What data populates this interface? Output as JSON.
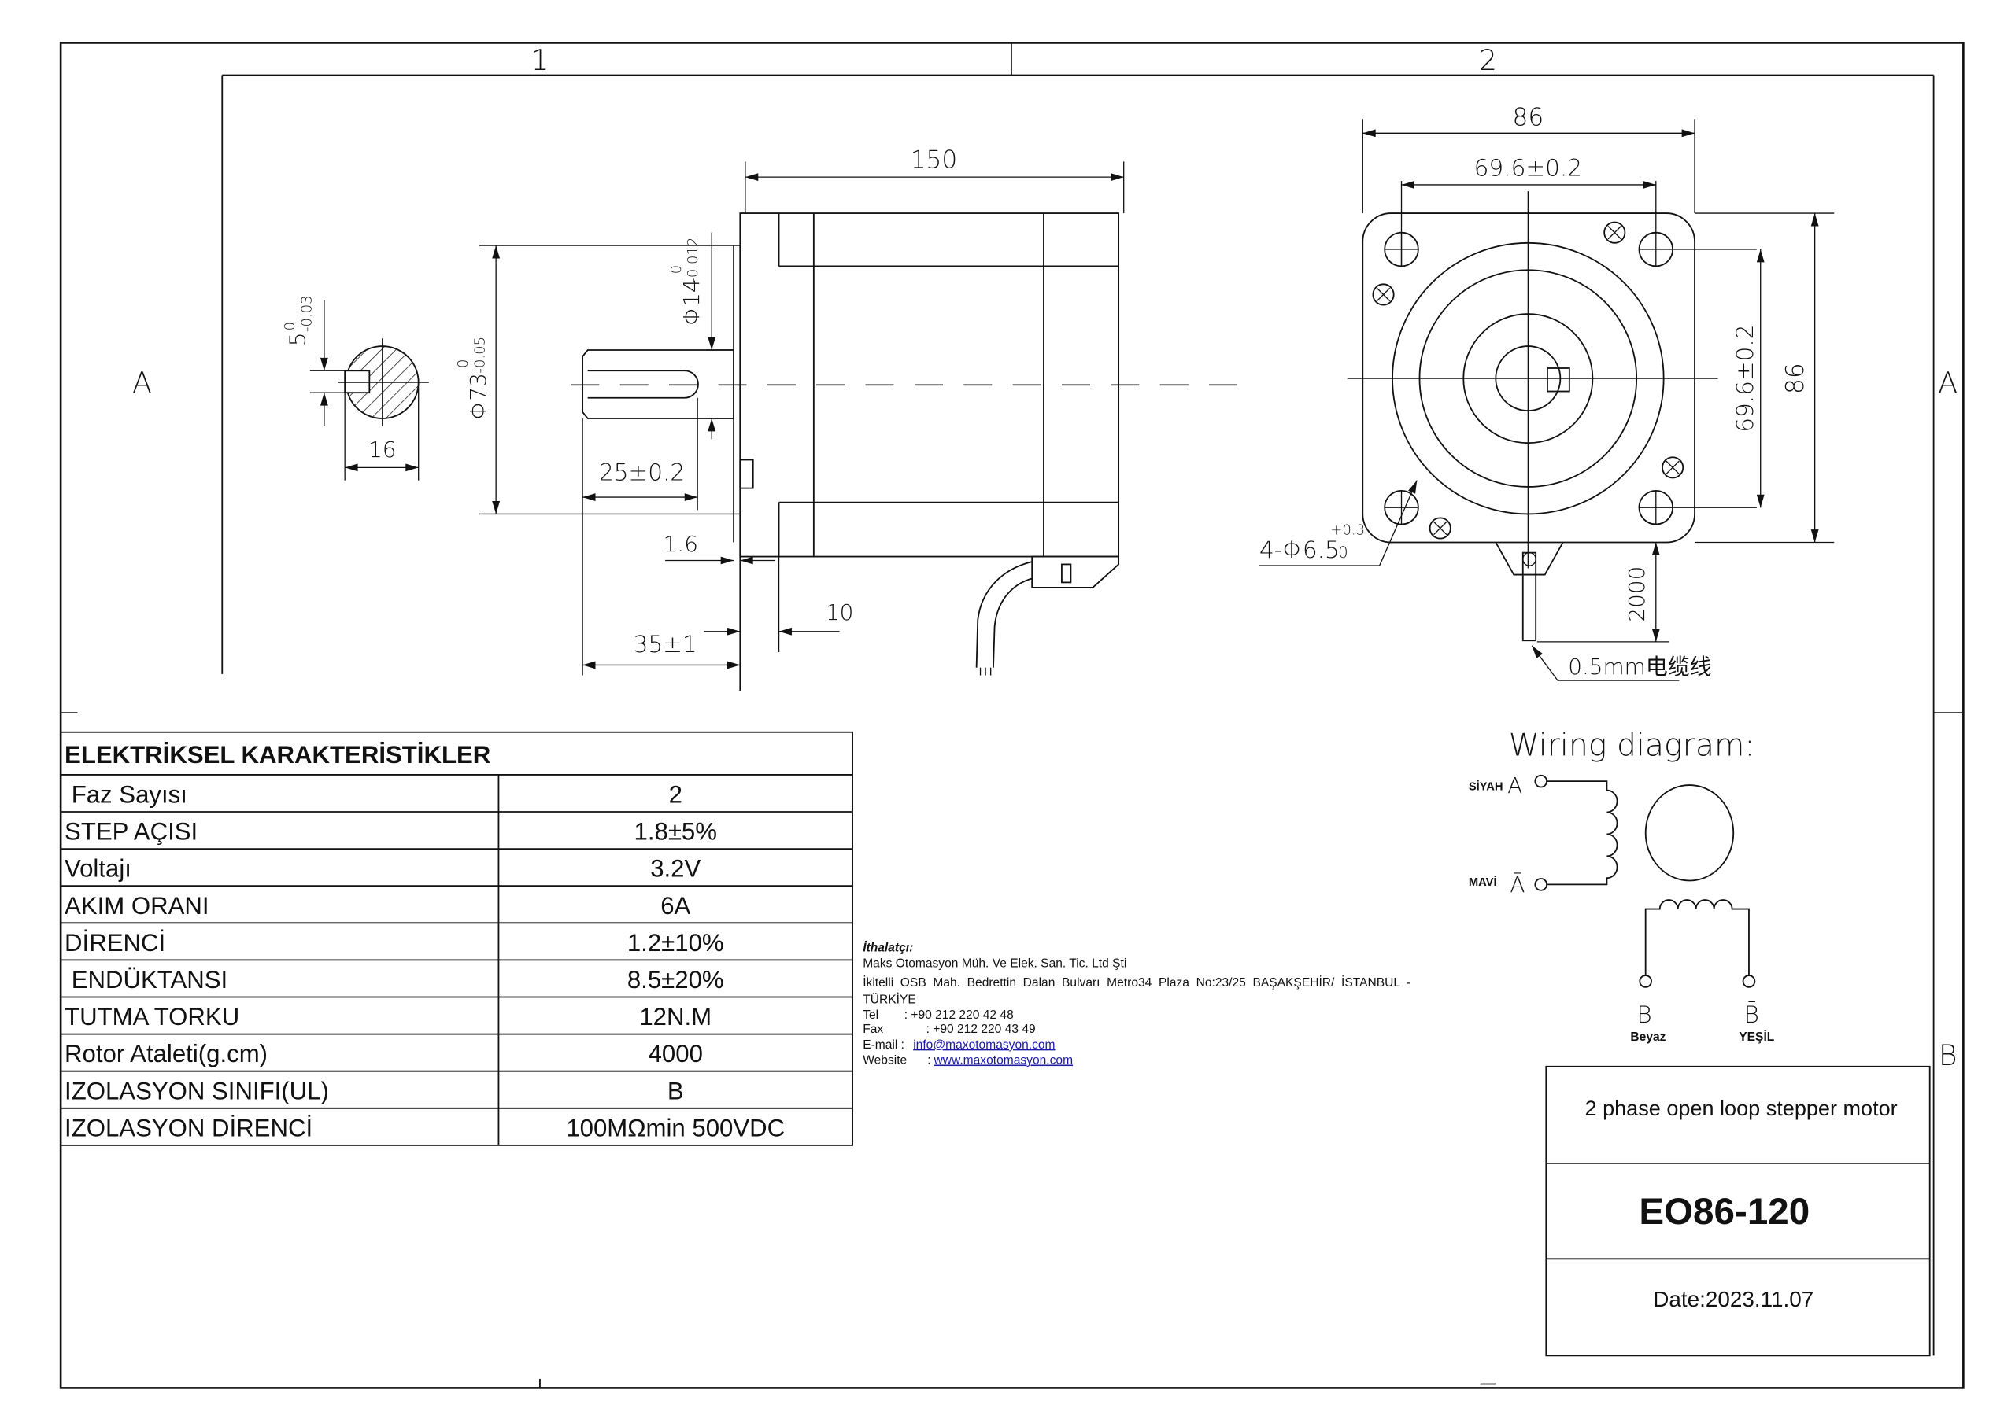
{
  "zones": {
    "col1": "1",
    "col2": "2",
    "rowA_left": "A",
    "rowA_right": "A",
    "rowB_right": "B"
  },
  "side_view": {
    "length": "150",
    "flange_dia": "Φ73",
    "flange_dia_tol_upper": "0",
    "flange_dia_tol_lower": "-0.05",
    "shaft_dia": "Φ14",
    "shaft_dia_tol_upper": "0",
    "shaft_dia_tol_lower": "-0.012",
    "key_width": "5",
    "key_width_tol_upper": "0",
    "key_width_tol_lower": "-0.03",
    "key_section": "16",
    "key_length": "25±0.2",
    "boss_depth": "1.6",
    "flange_thickness": "10",
    "shaft_length": "35±1"
  },
  "front_view": {
    "width": "86",
    "hole_spacing_h": "69.6±0.2",
    "hole_spacing_v": "69.6±0.2",
    "height": "86",
    "holes": "4-Φ6.5",
    "holes_tol_upper": "+0.3",
    "holes_tol_lower": "0",
    "cable_length": "2000",
    "cable_note": "0.5mm电缆线"
  },
  "table": {
    "title": "ELEKTRİKSEL KARAKTERİSTİKLER",
    "rows": [
      {
        "label": " Faz Sayısı",
        "value": "2"
      },
      {
        "label": "STEP AÇISI",
        "value": "1.8±5%"
      },
      {
        "label": "Voltajı",
        "value": "3.2V"
      },
      {
        "label": "AKIM ORANI",
        "value": "6A"
      },
      {
        "label": "DİRENCİ",
        "value": "1.2±10%"
      },
      {
        "label": " ENDÜKTANSI",
        "value": "8.5±20%"
      },
      {
        "label": "TUTMA TORKU",
        "value": "12N.M"
      },
      {
        "label": "Rotor Atalet​i(g.cm)",
        "value": "4000"
      },
      {
        "label": "IZOLASYON SINIFI(UL)",
        "value": "B"
      },
      {
        "label": "IZOLASYON DİRENCİ",
        "value": "100MΩmin 500VDC"
      }
    ]
  },
  "importer": {
    "heading": "İthalatçı",
    "heading_colon": ":",
    "company": "Maks Otomasyon Müh. Ve Elek. San. Tic. Ltd Şti",
    "address_line1": "İkitelli  OSB  Mah.  Bedrettin  Dalan  Bulvarı  Metro34  Plaza  No:23/25  BAŞAKŞEHİR/  İSTANBUL  -",
    "address_line2": "TÜRKİYE",
    "tel_label": "Tel",
    "tel": ": +90 212 220 42 48",
    "fax_label": "Fax",
    "fax": ": +90 212 220 43 49",
    "email_label": "E-mail  :",
    "email": "info@maxotomasyon.com",
    "website_label": "Website",
    "website_colon": ":",
    "website": "www.maxotomasyon.com"
  },
  "wiring": {
    "title": "Wiring diagram:",
    "a_color": "SİYAH",
    "a_label": "A",
    "a_bar_color": "MAVİ",
    "a_bar_label": "Ā",
    "b_label": "B",
    "b_color": "Beyaz",
    "b_bar_label": "B̄",
    "b_bar_color": "YEŞİL"
  },
  "title_block": {
    "description": "2 phase open loop stepper motor",
    "model": "EO86-120",
    "date": "Date:2023.11.07"
  }
}
